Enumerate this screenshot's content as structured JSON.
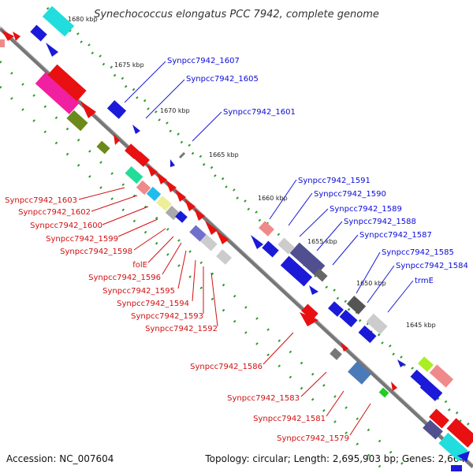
{
  "title": "Synechococcus elongatus PCC 7942, complete genome",
  "footer": {
    "accession": "Accession: NC_007604",
    "topology": "Topology: circular; Length: 2,695,903 bp; Genes: 2,664"
  },
  "scale_labels": [
    "1680 kbp",
    "1675 kbp",
    "1670 kbp",
    "1665 kbp",
    "1660 kbp",
    "1655 kbp",
    "1650 kbp",
    "1645 kbp"
  ],
  "forward_genes": [
    "Synpcc7942_1607",
    "Synpcc7942_1605",
    "Synpcc7942_1601",
    "Synpcc7942_1591",
    "Synpcc7942_1590",
    "Synpcc7942_1589",
    "Synpcc7942_1588",
    "Synpcc7942_1587",
    "Synpcc7942_1585",
    "Synpcc7942_1584",
    "trmE"
  ],
  "reverse_genes": [
    "Synpcc7942_1603",
    "Synpcc7942_1602",
    "Synpcc7942_1600",
    "Synpcc7942_1599",
    "Synpcc7942_1598",
    "folE",
    "Synpcc7942_1596",
    "Synpcc7942_1595",
    "Synpcc7942_1594",
    "Synpcc7942_1593",
    "Synpcc7942_1592",
    "Synpcc7942_1586",
    "Synpcc7942_1583",
    "Synpcc7942_1581",
    "Synpcc7942_1579"
  ],
  "colors": {
    "backbone": "#808080",
    "forward_label": "#0b0bd8",
    "reverse_label": "#d01010",
    "tick": "#2a9a2a"
  }
}
